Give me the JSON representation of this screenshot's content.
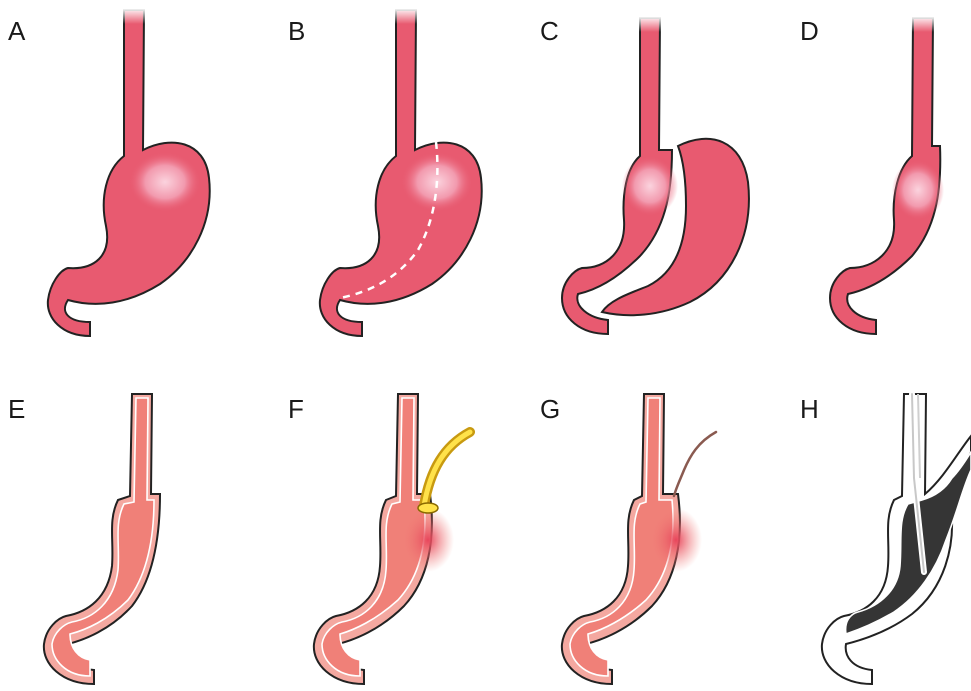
{
  "panels": [
    {
      "label": "A"
    },
    {
      "label": "B"
    },
    {
      "label": "C"
    },
    {
      "label": "D"
    },
    {
      "label": "E"
    },
    {
      "label": "F"
    },
    {
      "label": "G"
    },
    {
      "label": "H"
    }
  ],
  "colors": {
    "stomach": "#e85a70",
    "stomach_light": "#f7b7c8",
    "tube_stomach": "#f08078",
    "tube_wall": "#f4a8a0",
    "outline": "#222222",
    "staple_line": "#ffffff",
    "catheter_outer": "#c89a10",
    "catheter_inner": "#ffe24a",
    "suture_thread": "#8a5a50",
    "contrast": "#353535",
    "background": "#ffffff"
  }
}
